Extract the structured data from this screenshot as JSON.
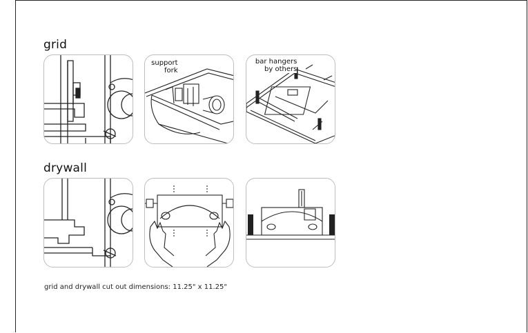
{
  "sections": {
    "grid": {
      "title": "grid",
      "panels": [
        {
          "label_1": "",
          "label_2": ""
        },
        {
          "label_1": "support",
          "label_2": "fork"
        },
        {
          "label_1": "bar hangers",
          "label_2": "by others"
        }
      ]
    },
    "drywall": {
      "title": "drywall"
    }
  },
  "caption": "grid and drywall cut out dimensions: 11.25\" x 11.25\""
}
